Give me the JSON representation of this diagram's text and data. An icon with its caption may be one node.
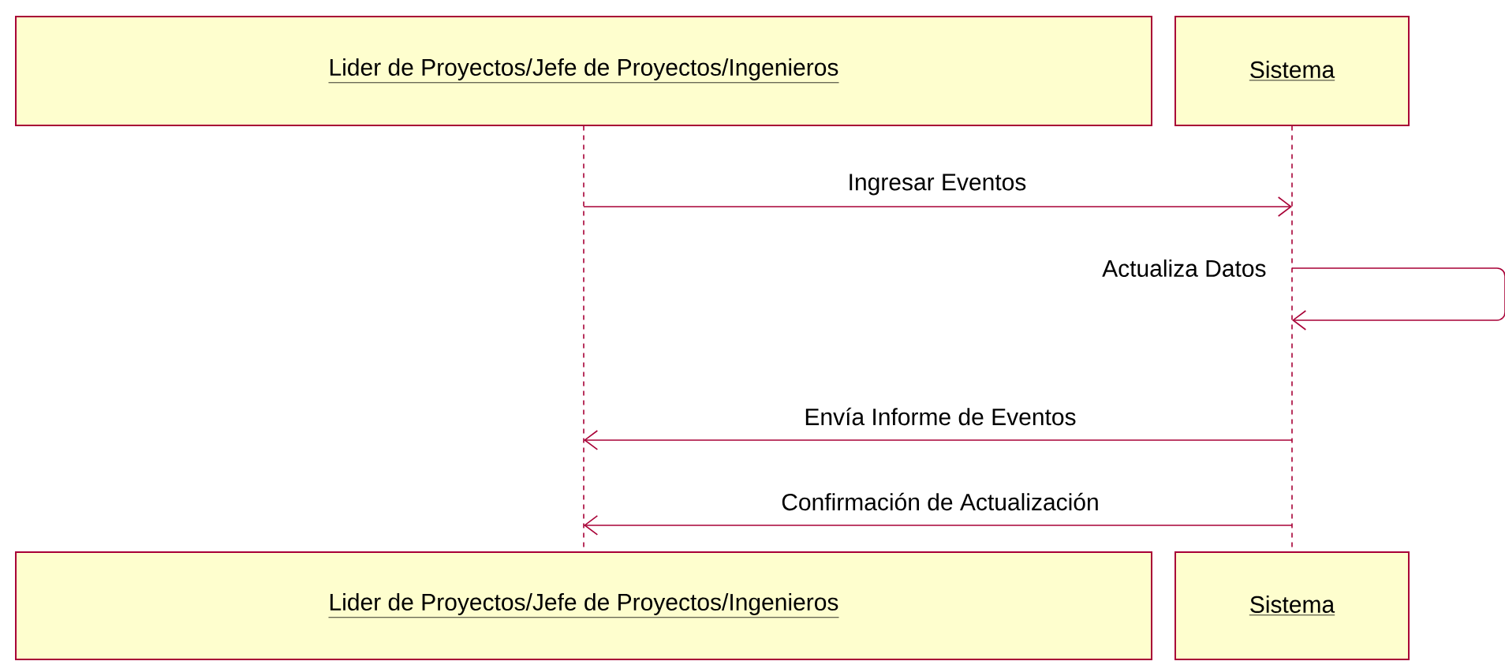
{
  "diagram": {
    "nodes": [
      {
        "text": [
          "Lider de Proyectos/Jefe de Proyectos/Ingenieros"
        ]
      },
      {
        "text": [
          "Sistema"
        ]
      },
      {
        "text": [],
        "shape": "line"
      },
      {
        "text": [],
        "shape": "line"
      },
      {
        "text": [
          "Lider de Proyectos/Jefe de Proyectos/Ingenieros"
        ]
      },
      {
        "text": [
          "Sistema"
        ]
      }
    ],
    "edges": [
      {
        "from": 2,
        "to": 3,
        "arrow": "to",
        "label": "Ingresar Eventos"
      },
      {
        "from": 3,
        "to": 3,
        "arrow": "to",
        "label": "Actualiza Datos"
      },
      {
        "from": 3,
        "to": 2,
        "arrow": "to",
        "label": "Envía Informe de Eventos"
      },
      {
        "from": 3,
        "to": 2,
        "arrow": "to",
        "label": "Confirmación de Actualización"
      }
    ]
  }
}
